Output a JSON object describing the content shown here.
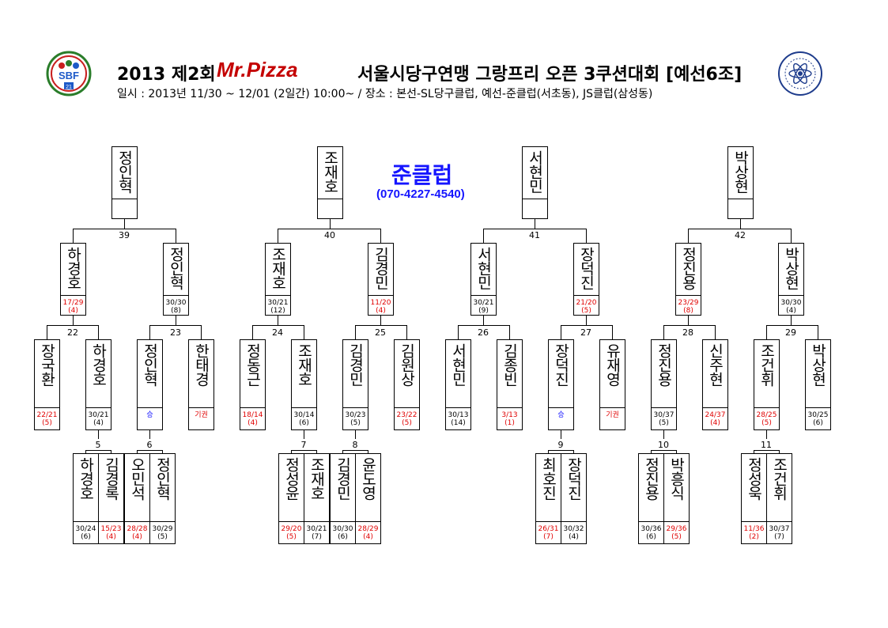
{
  "header": {
    "year": "2013 제2회",
    "brand": "Mr.Pizza",
    "title": "서울시당구연맹 그랑프리 오픈 3쿠션대회 [예선6조]",
    "subtitle": "일시 : 2013년 11/30 ~ 12/01 (2일간) 10:00~ / 장소 : 본선-SL당구클럽, 예선-준클럽(서초동), JS클럽(삼성동)",
    "logo_left_text": "SBF",
    "logo_left_number": "21"
  },
  "club": {
    "name": "준클럽",
    "phone": "(070-4227-4540)"
  },
  "colors": {
    "loss": "#e00000",
    "win": "#1a1aff",
    "club": "#1515ff"
  },
  "bracket": {
    "finals": [
      {
        "name": "정인혁",
        "match": "39"
      },
      {
        "name": "조재호",
        "match": "40"
      },
      {
        "name": "서현민",
        "match": "41"
      },
      {
        "name": "박상현",
        "match": "42"
      }
    ],
    "round2": [
      {
        "name": "하경호",
        "score": "17/29",
        "rank": "(4)",
        "lost": true
      },
      {
        "name": "정인혁",
        "score": "30/30",
        "rank": "(8)",
        "lost": false
      },
      {
        "name": "조재호",
        "score": "30/21",
        "rank": "(12)",
        "lost": false
      },
      {
        "name": "김경민",
        "score": "11/20",
        "rank": "(4)",
        "lost": true
      },
      {
        "name": "서현민",
        "score": "30/21",
        "rank": "(9)",
        "lost": false
      },
      {
        "name": "장덕진",
        "score": "21/20",
        "rank": "(5)",
        "lost": true
      },
      {
        "name": "정진용",
        "score": "23/29",
        "rank": "(8)",
        "lost": true
      },
      {
        "name": "박상현",
        "score": "30/30",
        "rank": "(4)",
        "lost": false
      }
    ],
    "round2_matches": [
      "22",
      "23",
      "24",
      "25",
      "26",
      "27",
      "28",
      "29"
    ],
    "round1": [
      {
        "name": "장국환",
        "score": "22/21",
        "rank": "(5)",
        "lost": true
      },
      {
        "name": "하경호",
        "score": "30/21",
        "rank": "(4)",
        "lost": false
      },
      {
        "name": "정인혁",
        "score": "승",
        "rank": "",
        "lost": false,
        "win_mark": true
      },
      {
        "name": "한태경",
        "score": "기권",
        "rank": "",
        "lost": true
      },
      {
        "name": "정동근",
        "score": "18/14",
        "rank": "(4)",
        "lost": true
      },
      {
        "name": "조재호",
        "score": "30/14",
        "rank": "(6)",
        "lost": false
      },
      {
        "name": "김경민",
        "score": "30/23",
        "rank": "(5)",
        "lost": false
      },
      {
        "name": "김원상",
        "score": "23/22",
        "rank": "(5)",
        "lost": true
      },
      {
        "name": "서현민",
        "score": "30/13",
        "rank": "(14)",
        "lost": false
      },
      {
        "name": "김종빈",
        "score": "3/13",
        "rank": "(1)",
        "lost": true
      },
      {
        "name": "장덕진",
        "score": "승",
        "rank": "",
        "lost": false,
        "win_mark": true
      },
      {
        "name": "유재영",
        "score": "기권",
        "rank": "",
        "lost": true
      },
      {
        "name": "정진용",
        "score": "30/37",
        "rank": "(5)",
        "lost": false
      },
      {
        "name": "신주현",
        "score": "24/37",
        "rank": "(4)",
        "lost": true
      },
      {
        "name": "조건휘",
        "score": "28/25",
        "rank": "(5)",
        "lost": true
      },
      {
        "name": "박상현",
        "score": "30/25",
        "rank": "(6)",
        "lost": false
      }
    ],
    "prelim_matches": [
      {
        "num": "5",
        "players": [
          {
            "name": "하경호",
            "score": "30/24",
            "rank": "(6)",
            "lost": false
          },
          {
            "name": "김경록",
            "score": "15/23",
            "rank": "(4)",
            "lost": true
          }
        ]
      },
      {
        "num": "6",
        "players": [
          {
            "name": "오민석",
            "score": "28/28",
            "rank": "(4)",
            "lost": true
          },
          {
            "name": "정인혁",
            "score": "30/29",
            "rank": "(5)",
            "lost": false
          }
        ]
      },
      {
        "num": "7",
        "players": [
          {
            "name": "정성윤",
            "score": "29/20",
            "rank": "(5)",
            "lost": true
          },
          {
            "name": "조재호",
            "score": "30/21",
            "rank": "(7)",
            "lost": false
          }
        ]
      },
      {
        "num": "8",
        "players": [
          {
            "name": "김경민",
            "score": "30/30",
            "rank": "(6)",
            "lost": false
          },
          {
            "name": "윤도영",
            "score": "28/29",
            "rank": "(4)",
            "lost": true
          }
        ]
      },
      {
        "num": "9",
        "players": [
          {
            "name": "최호진",
            "score": "26/31",
            "rank": "(7)",
            "lost": true
          },
          {
            "name": "장덕진",
            "score": "30/32",
            "rank": "(4)",
            "lost": false
          }
        ]
      },
      {
        "num": "10",
        "players": [
          {
            "name": "정진용",
            "score": "30/36",
            "rank": "(6)",
            "lost": false
          },
          {
            "name": "박흥식",
            "score": "29/36",
            "rank": "(5)",
            "lost": true
          }
        ]
      },
      {
        "num": "11",
        "players": [
          {
            "name": "정성욱",
            "score": "11/36",
            "rank": "(2)",
            "lost": true
          },
          {
            "name": "조건휘",
            "score": "30/37",
            "rank": "(7)",
            "lost": false
          }
        ]
      }
    ]
  }
}
